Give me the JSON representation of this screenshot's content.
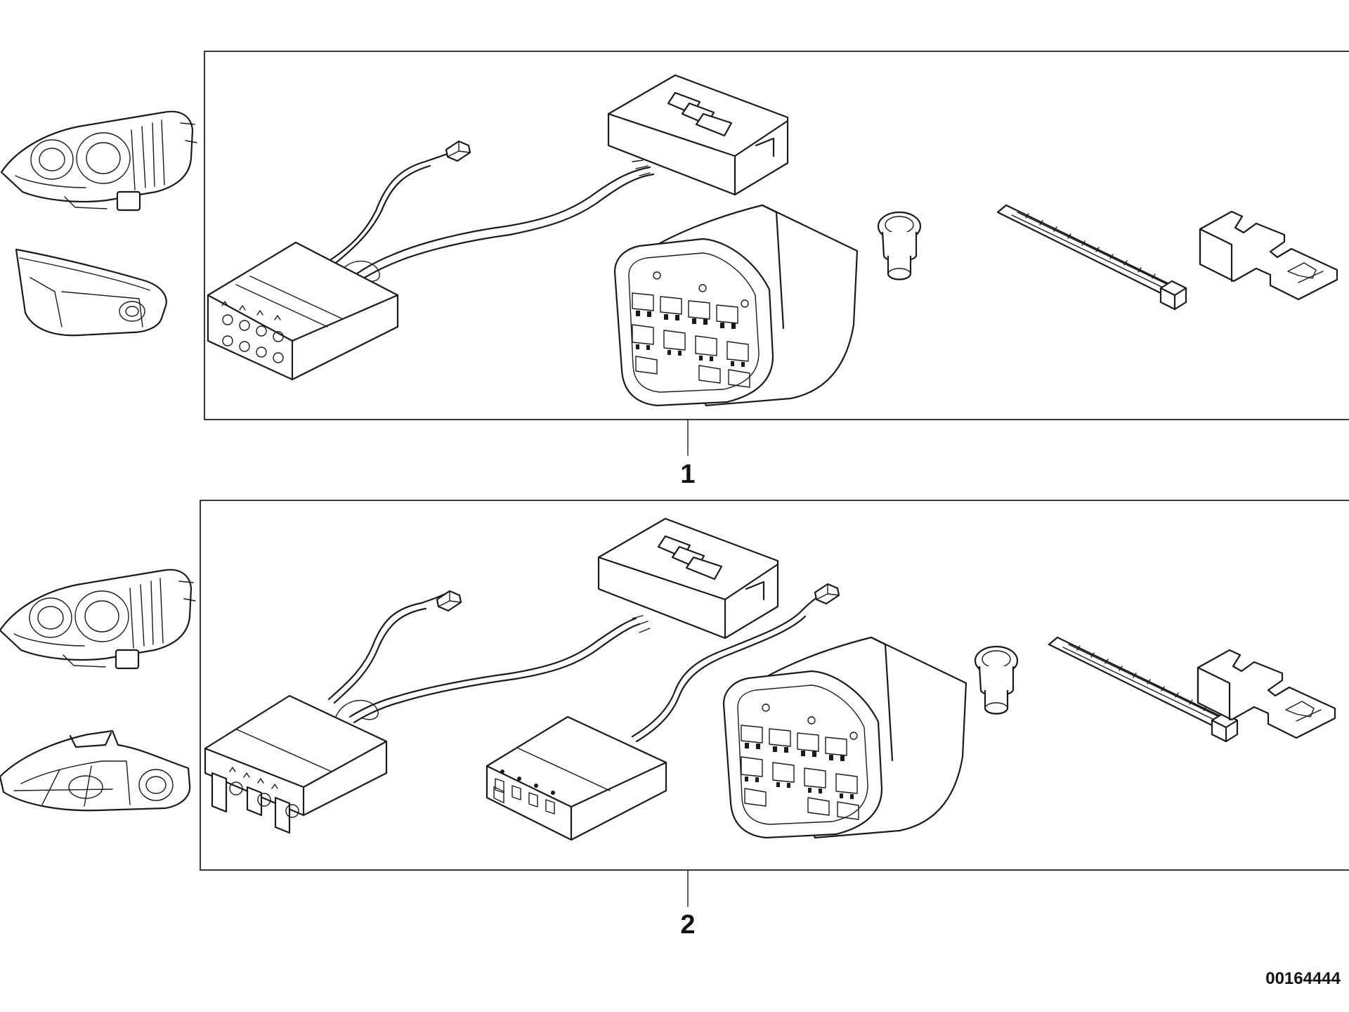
{
  "callouts": {
    "kit_1": "1",
    "kit_2": "2"
  },
  "drawing_number": "00164444"
}
